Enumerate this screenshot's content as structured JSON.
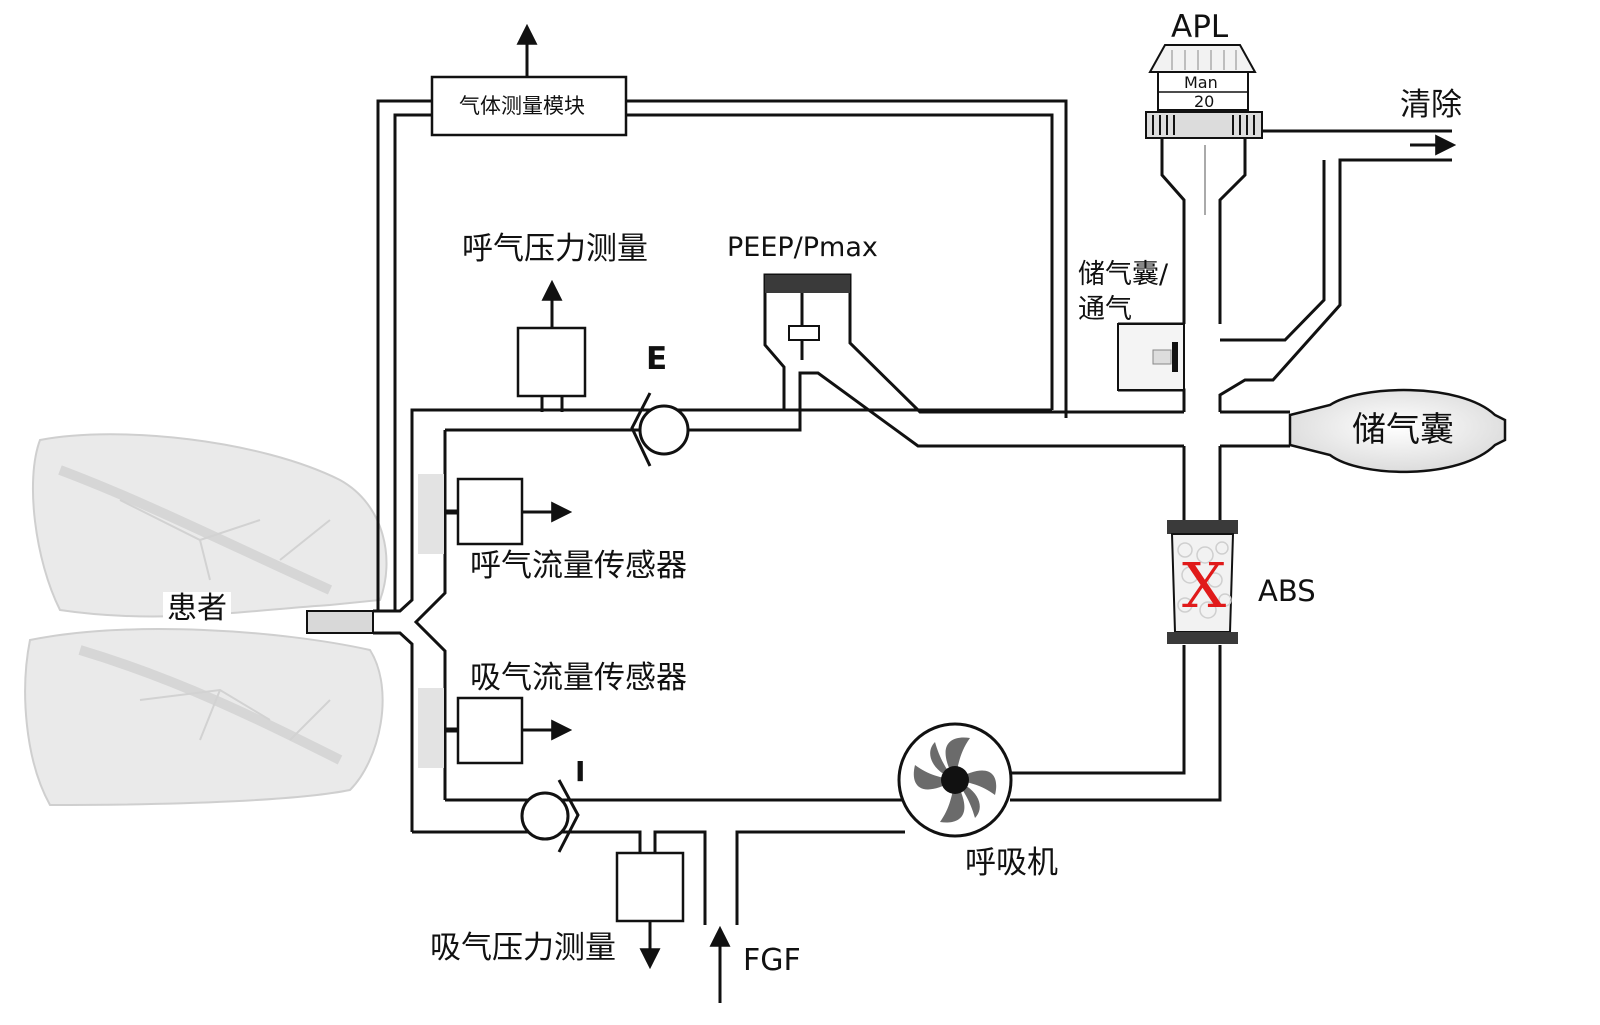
{
  "labels": {
    "gas_module": "气体测量模块",
    "exp_pressure": "呼气压力测量",
    "peep": "PEEP/Pmax",
    "valve_e": "E",
    "valve_i": "I",
    "apl": "APL",
    "apl_mode": "Man",
    "apl_value": "20",
    "scavenging": "清除",
    "bag_vent": "储气囊/\n通气",
    "bag": "储气囊",
    "absorber": "ABS",
    "absorber_mark": "X",
    "patient": "患者",
    "exp_flow": "呼气流量传感器",
    "insp_flow": "吸气流量传感器",
    "ventilator": "呼吸机",
    "insp_pressure": "吸气压力测量",
    "fgf": "FGF"
  },
  "colors": {
    "line": "#111111",
    "absorber_mark": "#e01a1a",
    "lung_fill": "#e8e8e8"
  }
}
